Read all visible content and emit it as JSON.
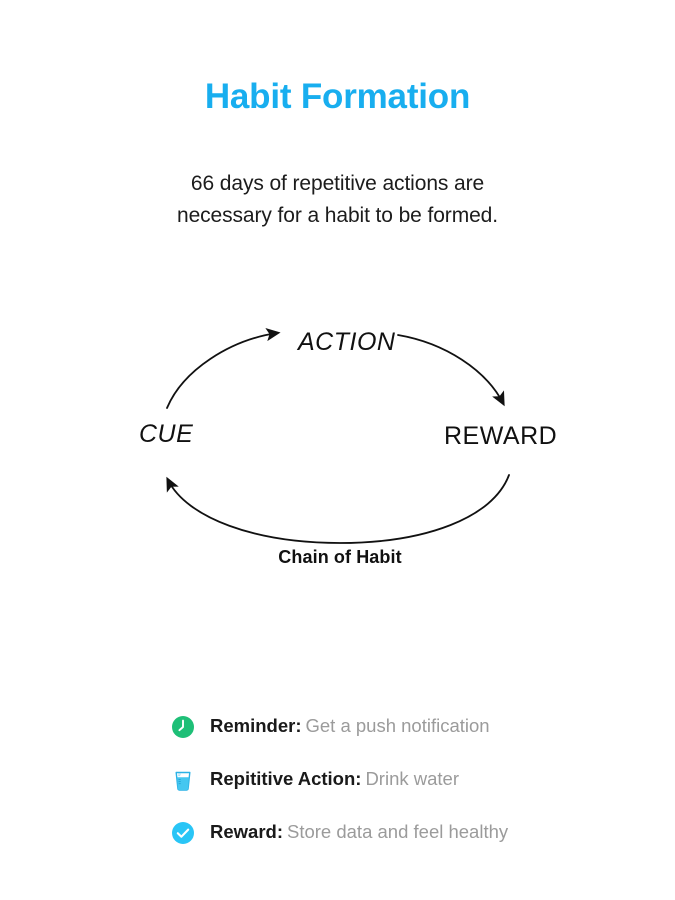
{
  "page": {
    "background_color": "#ffffff"
  },
  "header": {
    "title": "Habit Formation",
    "title_color": "#18AEEF",
    "subtitle_line1": "66 days of repetitive actions are",
    "subtitle_line2": "necessary for a habit to be formed.",
    "subtitle_days": "66"
  },
  "cycle": {
    "caption": "Chain of Habit",
    "nodes": [
      {
        "id": "cue",
        "label": "CUE"
      },
      {
        "id": "action",
        "label": "ACTION"
      },
      {
        "id": "reward",
        "label": "REWARD"
      }
    ],
    "arrows": [
      {
        "from": "CUE",
        "to": "ACTION"
      },
      {
        "from": "ACTION",
        "to": "REWARD"
      },
      {
        "from": "REWARD",
        "to": "CUE"
      }
    ],
    "stroke_color": "#111111"
  },
  "legend": {
    "items": [
      {
        "icon": "clock-icon",
        "icon_color": "#1EBF77",
        "term": "Reminder:",
        "description": "Get a push notification"
      },
      {
        "icon": "water-glass-icon",
        "icon_color": "#29B6E8",
        "term": "Repititive Action:",
        "description": "Drink water"
      },
      {
        "icon": "check-circle-icon",
        "icon_color": "#29C5F6",
        "term": "Reward:",
        "description": "Store data and feel healthy"
      }
    ]
  }
}
